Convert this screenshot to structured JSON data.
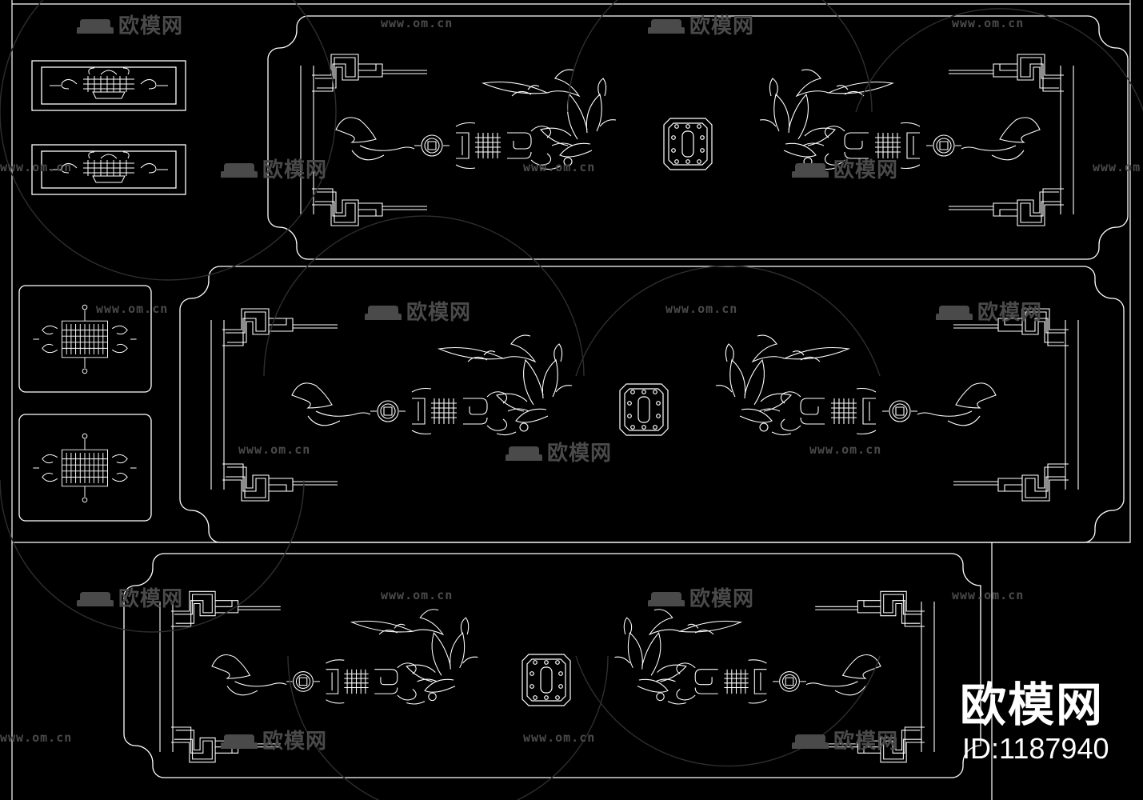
{
  "drawing": {
    "line_color": "#ffffff",
    "background": "#000000",
    "watermark_color": "#4a4a4a"
  },
  "watermark": {
    "logo_text": "欧模网",
    "url_text": "www.om.cn",
    "icon": "sofa-icon"
  },
  "brand": {
    "name": "欧模网",
    "id": "ID:1187940"
  }
}
